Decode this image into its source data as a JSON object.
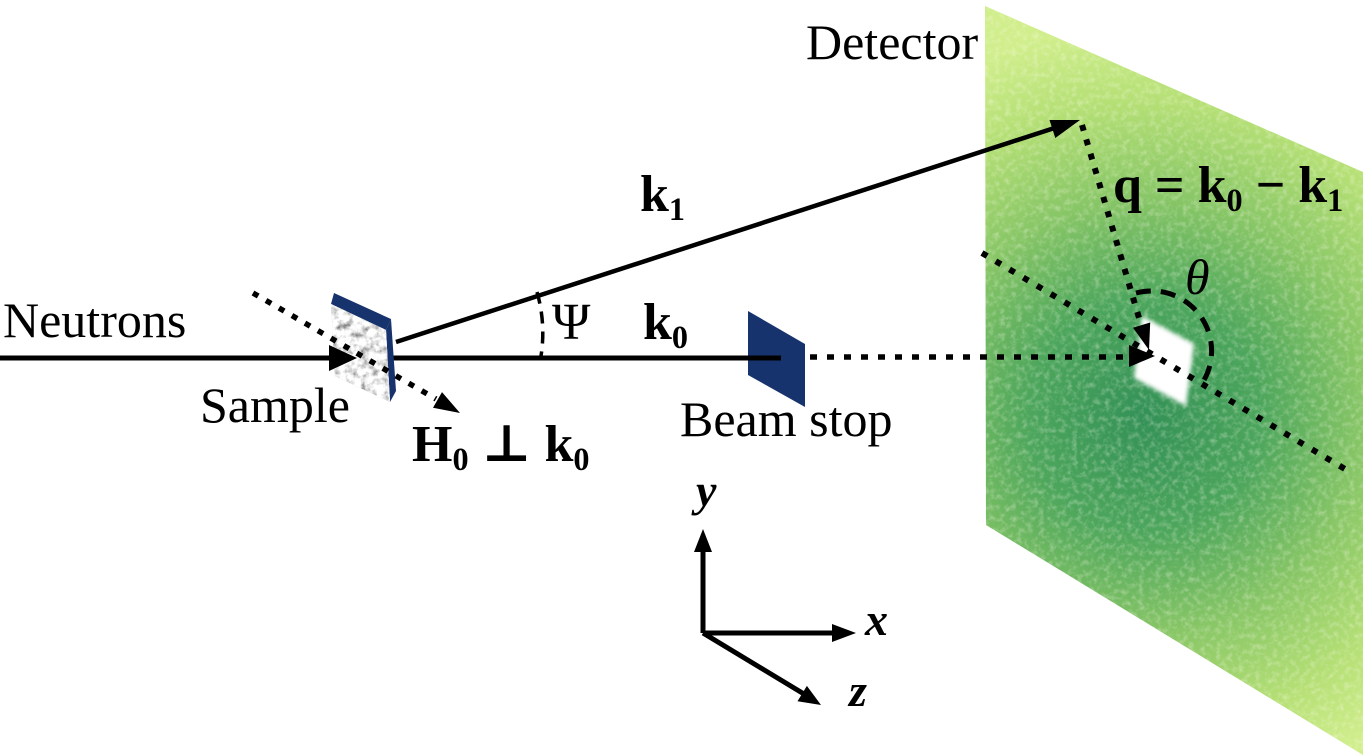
{
  "labels": {
    "neutrons": "Neutrons",
    "sample": "Sample",
    "beam_stop": "Beam stop",
    "detector": "Detector",
    "psi": "Ψ",
    "theta": "θ",
    "h_field": {
      "base": "H",
      "base_sub": "0",
      "operator": "⊥",
      "k_base": "k",
      "k_sub": "0"
    },
    "k0": {
      "base": "k",
      "sub": "0"
    },
    "k1": {
      "base": "k",
      "sub": "1"
    },
    "q_equation": {
      "lhs": "q",
      "equals": "=",
      "k0_base": "k",
      "k0_sub": "0",
      "minus": "−",
      "k1_base": "k",
      "k1_sub": "1"
    },
    "axes": {
      "x": "x",
      "y": "y",
      "z": "z"
    }
  },
  "colors": {
    "background": "#ffffff",
    "ink": "#000000",
    "navy": "#16336e",
    "detector_center": "#339157",
    "detector_inner": "#4da65c",
    "detector_mid": "#86c566",
    "detector_outer": "#b4df75",
    "detector_edge": "#d0ee8c",
    "sample_gray": "#c0c0c0",
    "beamstop_hole": "#ffffff"
  }
}
